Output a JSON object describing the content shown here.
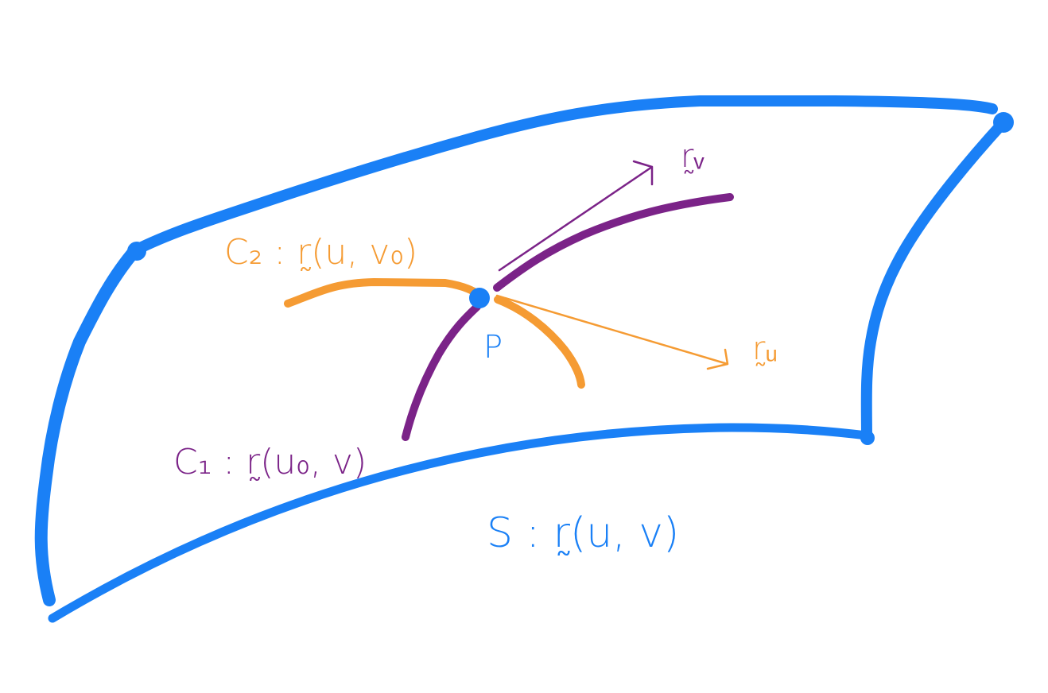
{
  "colors": {
    "surface": "#1a80f6",
    "curve_c2": "#f59b33",
    "curve_c1": "#7b2388",
    "background": "#ffffff"
  },
  "labels": {
    "surface": "S : r̰(u, v)",
    "curve_c1": "C₁ : r̰(u₀, v)",
    "curve_c2": "C₂ : r̰(u, v₀)",
    "point": "P",
    "tangent_v": "r̰ᵥ",
    "tangent_u": "r̰ᵤ"
  }
}
